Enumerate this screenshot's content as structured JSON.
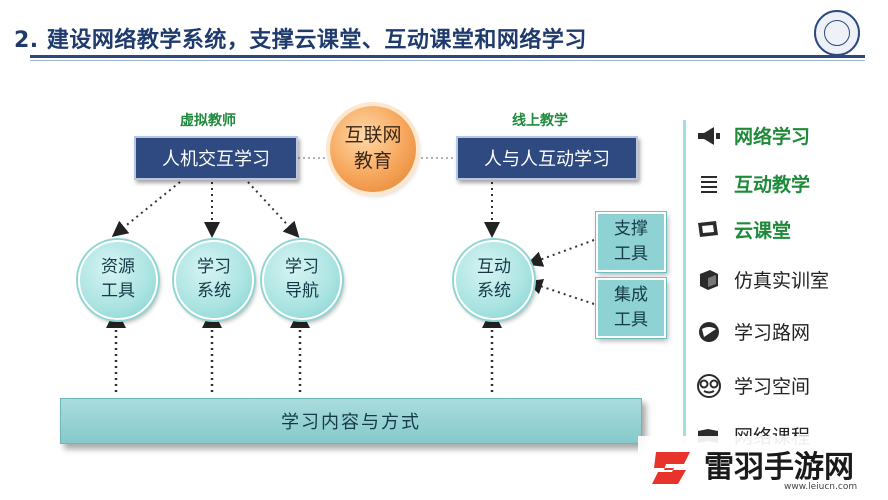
{
  "slide": {
    "title": "2. 建设网络教学系统，支撑云课堂、互动课堂和网络学习"
  },
  "diagram": {
    "left_label": "虚拟教师",
    "right_label": "线上教学",
    "left_box": "人机交互学习",
    "right_box": "人与人互动学习",
    "center": {
      "line1": "互联网",
      "line2": "教育"
    },
    "circles": [
      {
        "line1": "资源",
        "line2": "工具"
      },
      {
        "line1": "学习",
        "line2": "系统"
      },
      {
        "line1": "学习",
        "line2": "导航"
      },
      {
        "line1": "互动",
        "line2": "系统"
      }
    ],
    "side_boxes": [
      {
        "line1": "支撑",
        "line2": "工具"
      },
      {
        "line1": "集成",
        "line2": "工具"
      }
    ],
    "bottom_bar": "学习内容与方式"
  },
  "panel": {
    "items": [
      {
        "label": "网络学习",
        "icon": "megaphone-icon",
        "style": "green"
      },
      {
        "label": "互动教学",
        "icon": "list-lines-icon",
        "style": "green"
      },
      {
        "label": "云课堂",
        "icon": "monitor-icon",
        "style": "green"
      },
      {
        "label": "仿真实训室",
        "icon": "cube-icon",
        "style": "dark"
      },
      {
        "label": "学习路网",
        "icon": "globe-icon",
        "style": "dark"
      },
      {
        "label": "学习空间",
        "icon": "face-glasses-icon",
        "style": "dark"
      },
      {
        "label": "网络课程",
        "icon": "book-icon",
        "style": "dark"
      }
    ]
  },
  "watermark": {
    "brand": "雷羽手游网",
    "url": "www.leiucn.com"
  },
  "colors": {
    "title": "#1f3b6e",
    "navy_box": "#2f4a80",
    "teal": "#8fd2d3",
    "orange": "#f6a55a",
    "green_text": "#1e8a3a",
    "watermark_red": "#e8332a"
  }
}
